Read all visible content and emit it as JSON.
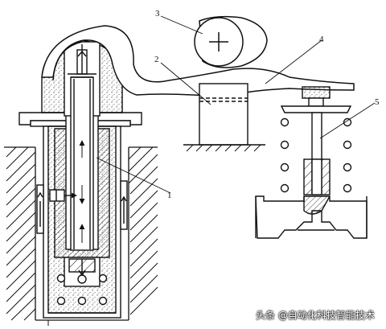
{
  "diagram": {
    "callouts": [
      {
        "id": "1",
        "text": "1"
      },
      {
        "id": "2",
        "text": "2"
      },
      {
        "id": "3",
        "text": "3"
      },
      {
        "id": "4",
        "text": "4"
      },
      {
        "id": "5",
        "text": "5"
      }
    ],
    "watermark": "头条 @自动化科技智能技术",
    "colors": {
      "line": "#111111",
      "stipple": "#333333",
      "background": "#ffffff"
    }
  }
}
